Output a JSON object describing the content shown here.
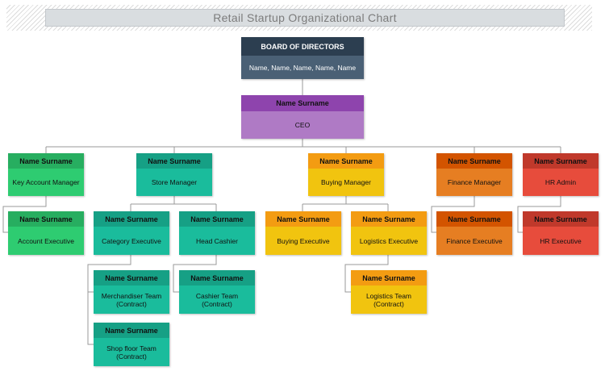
{
  "title": "Retail Startup Organizational Chart",
  "colors": {
    "board_header": "#2c3e50",
    "board_body": "#4a6075",
    "ceo_header": "#8e44ad",
    "ceo_body": "#af7ac5",
    "green_header": "#27ae60",
    "green_body": "#2ecc71",
    "teal_header": "#16a085",
    "teal_body": "#1abc9c",
    "yellow_header": "#f39c12",
    "yellow_body": "#f1c40f",
    "orange_header": "#d35400",
    "orange_body": "#e67e22",
    "red_header": "#c0392b",
    "red_body": "#e74c3c",
    "connector": "#999999"
  },
  "nodes": [
    {
      "id": "board",
      "header": "BOARD OF DIRECTORS",
      "body": "Name, Name, Name, Name, Name"
    },
    {
      "id": "ceo",
      "header": "Name Surname",
      "body": "CEO"
    },
    {
      "id": "key-account-manager",
      "header": "Name Surname",
      "body": "Key Account Manager"
    },
    {
      "id": "store-manager",
      "header": "Name Surname",
      "body": "Store Manager"
    },
    {
      "id": "buying-manager",
      "header": "Name Surname",
      "body": "Buying Manager"
    },
    {
      "id": "finance-manager",
      "header": "Name Surname",
      "body": "Finance Manager"
    },
    {
      "id": "hr-admin",
      "header": "Name Surname",
      "body": "HR Admin"
    },
    {
      "id": "account-executive",
      "header": "Name Surname",
      "body": "Account Executive"
    },
    {
      "id": "category-executive",
      "header": "Name Surname",
      "body": "Category Executive"
    },
    {
      "id": "head-cashier",
      "header": "Name Surname",
      "body": "Head Cashier"
    },
    {
      "id": "buying-executive",
      "header": "Name Surname",
      "body": "Buying Executive"
    },
    {
      "id": "logistics-executive",
      "header": "Name Surname",
      "body": "Logistics Executive"
    },
    {
      "id": "finance-executive",
      "header": "Name Surname",
      "body": "Finance Executive"
    },
    {
      "id": "hr-executive",
      "header": "Name Surname",
      "body": "HR Executive"
    },
    {
      "id": "merchandiser-team",
      "header": "Name Surname",
      "body": "Merchandiser Team (Contract)"
    },
    {
      "id": "cashier-team",
      "header": "Name Surname",
      "body": "Cashier Team (Contract)"
    },
    {
      "id": "logistics-team",
      "header": "Name Surname",
      "body": "Logistics Team (Contract)"
    },
    {
      "id": "shop-floor-team",
      "header": "Name Surname",
      "body": "Shop floor Team (Contract)"
    }
  ]
}
